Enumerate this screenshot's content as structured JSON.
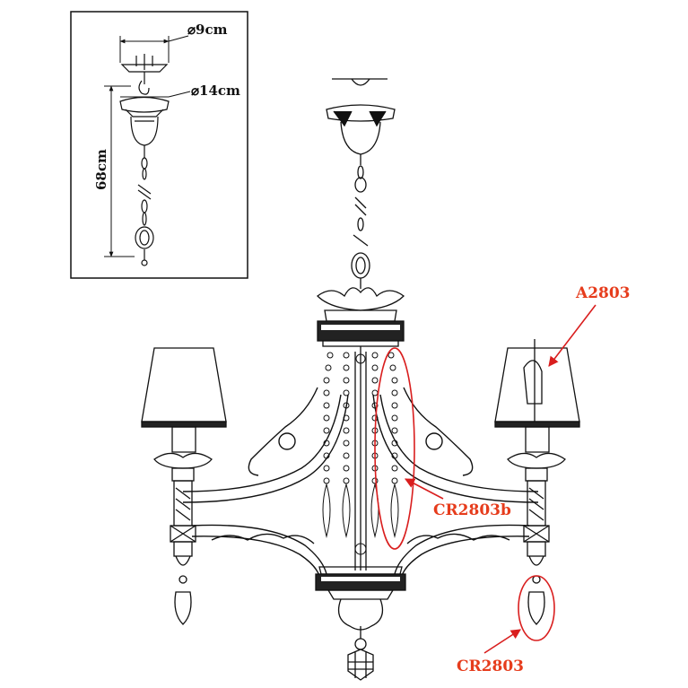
{
  "inset": {
    "dim_canopy_small": "⌀9cm",
    "dim_canopy_large": "⌀14cm",
    "dim_height": "68cm"
  },
  "callouts": [
    {
      "id": "shade",
      "label": "A2803"
    },
    {
      "id": "bead-strand",
      "label": "CR2803b"
    },
    {
      "id": "crystal-drop",
      "label": "CR2803"
    }
  ],
  "colors": {
    "line": "#111111",
    "annotation": "#e63c1c",
    "highlight": "#d91e1e"
  }
}
